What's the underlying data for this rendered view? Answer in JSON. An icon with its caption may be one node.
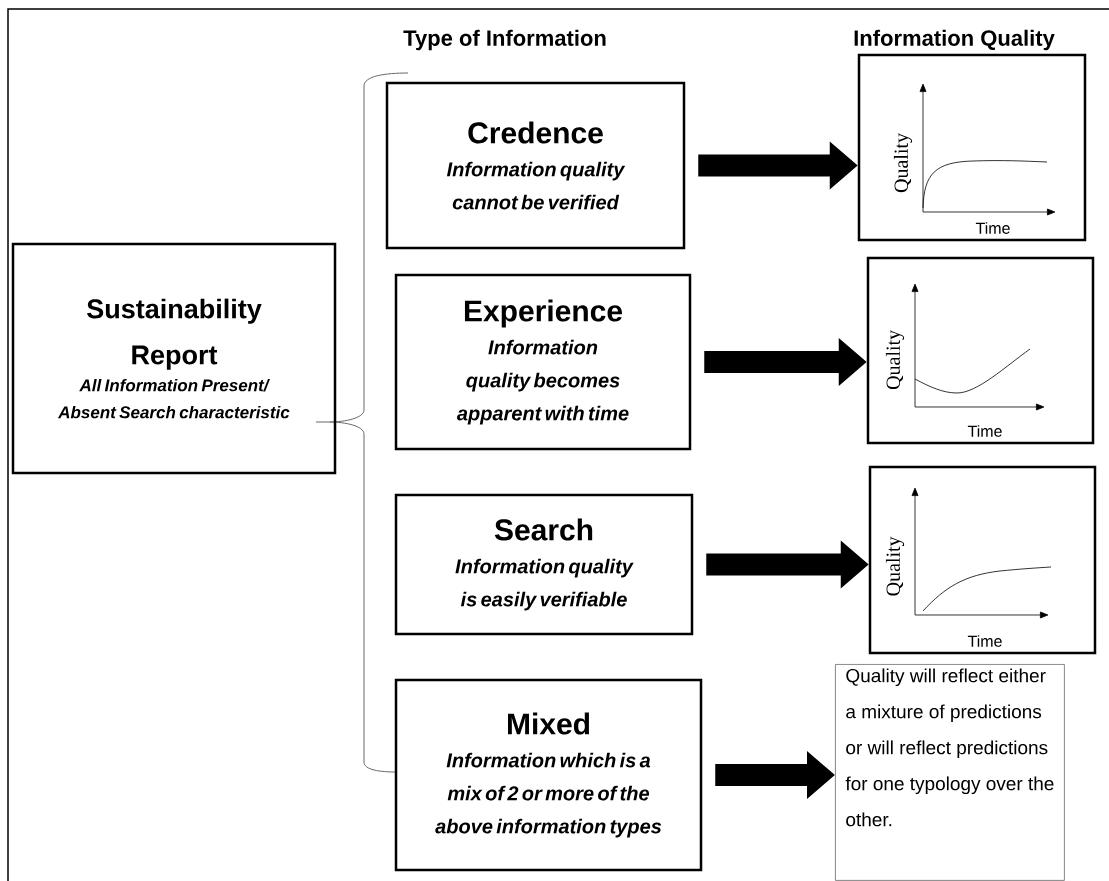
{
  "diagram": {
    "nodes": [
      {
        "text": [
          "Sustainability Report",
          "All Information Present/ Absent Search characteristic"
        ]
      },
      {
        "text": [
          "Credence",
          "Information quality cannot be verified"
        ]
      },
      {
        "text": [
          "Quality",
          "Time"
        ]
      },
      {
        "text": [
          "Experience",
          "Information quality becomes apparent with time"
        ]
      },
      {
        "text": [
          "Quality",
          "Time"
        ]
      },
      {
        "text": [
          "Search",
          "Information quality is easily verifiable"
        ]
      },
      {
        "text": [
          "Quality",
          "Time"
        ]
      },
      {
        "text": [
          "Mixed",
          "Information which is a mix of 2 or more of the above information types"
        ]
      },
      {
        "text": [
          "Quality will reflect either a mixture of predictions or will reflect predictions for one typology over the other."
        ]
      }
    ],
    "edges": [
      {
        "from": 1,
        "to": 2,
        "arrow": "to"
      },
      {
        "from": 3,
        "to": 4,
        "arrow": "to"
      },
      {
        "from": 5,
        "to": 6,
        "arrow": "to"
      },
      {
        "from": 7,
        "to": 8,
        "arrow": "to"
      }
    ],
    "labels": [
      "Type of Information",
      "Information Quality"
    ]
  }
}
